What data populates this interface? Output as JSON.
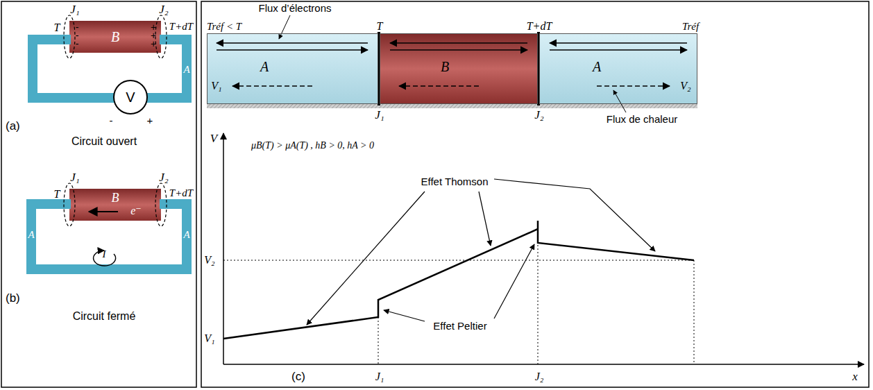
{
  "diagram": {
    "nodes": [
      {
        "text": [
          "B"
        ]
      },
      {
        "text": [
          "V"
        ]
      },
      {
        "text": [
          "B",
          "e⁻"
        ]
      },
      {
        "text": [
          "A"
        ]
      },
      {
        "text": [
          "B"
        ]
      },
      {
        "text": [
          "A"
        ]
      }
    ],
    "labels": [
      "J₁",
      "T",
      "-",
      "-",
      "-",
      "+",
      "+",
      "+",
      "J₂",
      "T+dT",
      "A",
      "-",
      "+",
      "(a)",
      "Circuit ouvert",
      "J₁",
      "T",
      "J₂",
      "T+dT",
      "A",
      "A",
      "I",
      "(b)",
      "Circuit fermé",
      "Flux d’électrons",
      "Tréf < T",
      "T",
      "T+dT",
      "Tréf",
      "V₁",
      "V₂",
      "Flux de chaleur",
      "J₁",
      "J₂",
      "V",
      "μB(T) > μA(T) , hB > 0, hA > 0",
      "Effet Thomson",
      "Effet Peltier",
      "V₂",
      "V₁",
      "J₁",
      "J₂",
      "x",
      "(c)"
    ]
  }
}
